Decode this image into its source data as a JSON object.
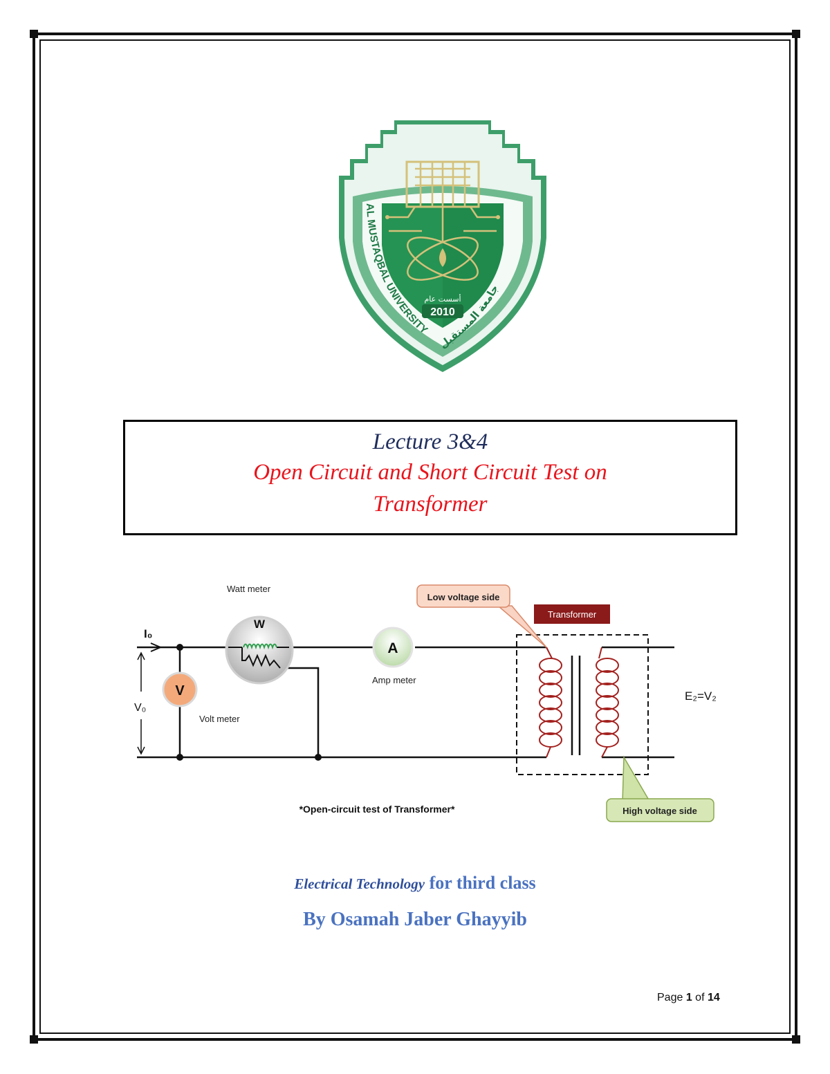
{
  "logo": {
    "text_left": "AL MUSTAQBAL UNIVERSITY",
    "text_right": "جامعة المستقبل",
    "est_label": "أسست عام",
    "year": "2010",
    "colors": {
      "green": "#2e8b57",
      "light_green": "#a9d8bd",
      "gold": "#d4c17a"
    }
  },
  "title_box": {
    "lecture": "Lecture 3&4",
    "subtitle_line1": "Open Circuit and Short Circuit Test on",
    "subtitle_line2": "Transformer"
  },
  "diagram": {
    "watt_meter_label": "Watt meter",
    "watt_symbol": "W",
    "amp_symbol": "A",
    "amp_meter_label": "Amp meter",
    "volt_symbol": "V",
    "volt_meter_label": "Volt meter",
    "current_label": "I₀",
    "voltage_label": "V₀",
    "low_voltage_callout": "Low voltage side",
    "transformer_tag": "Transformer",
    "output_label": "E₂=V₂",
    "high_voltage_callout": "High voltage side",
    "caption": "*Open-circuit test of Transformer*"
  },
  "footer": {
    "course_italic": "Electrical Technology",
    "course_rest": " for third class",
    "author": "By Osamah Jaber Ghayyib",
    "page_prefix": "Page ",
    "page_current": "1",
    "page_of": " of ",
    "page_total": "14"
  }
}
